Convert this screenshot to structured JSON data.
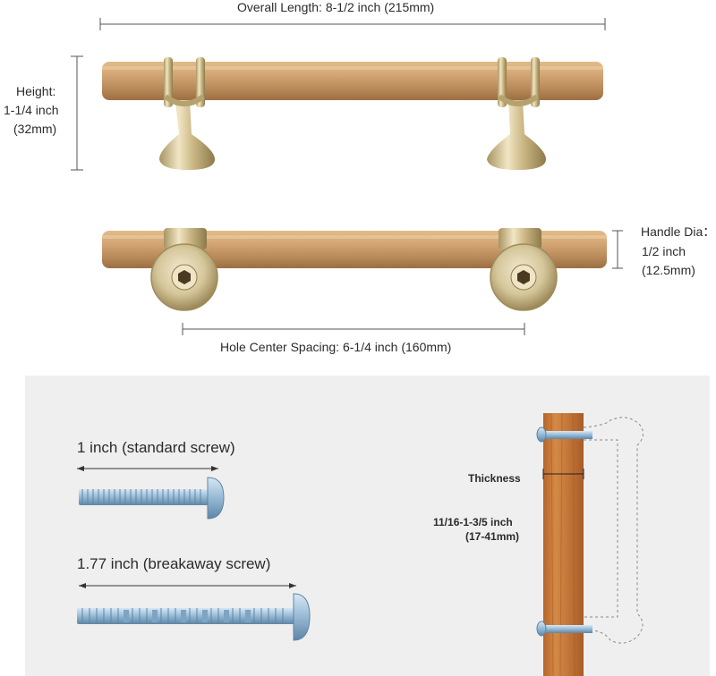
{
  "dimensions": {
    "overall_length": "Overall Length: 8-1/2 inch (215mm)",
    "height_line1": "Height:",
    "height_line2": "1-1/4 inch",
    "height_line3": "(32mm)",
    "handle_dia_line1": "Handle Dia：",
    "handle_dia_line2": "1/2 inch",
    "handle_dia_line3": "(12.5mm)",
    "hole_spacing": "Hole Center Spacing: 6-1/4 inch (160mm)"
  },
  "screws": {
    "standard": "1 inch (standard screw)",
    "breakaway": "1.77 inch (breakaway screw)"
  },
  "thickness": {
    "label": "Thickness",
    "range_line1": "11/16-1-3/5 inch",
    "range_line2": "(17-41mm)"
  },
  "colors": {
    "brass": "#c99a66",
    "chrome_gold": "#d8c79a",
    "wood": "#c97a3a",
    "screw": "#9fc2dc",
    "panel": "#efefef"
  }
}
